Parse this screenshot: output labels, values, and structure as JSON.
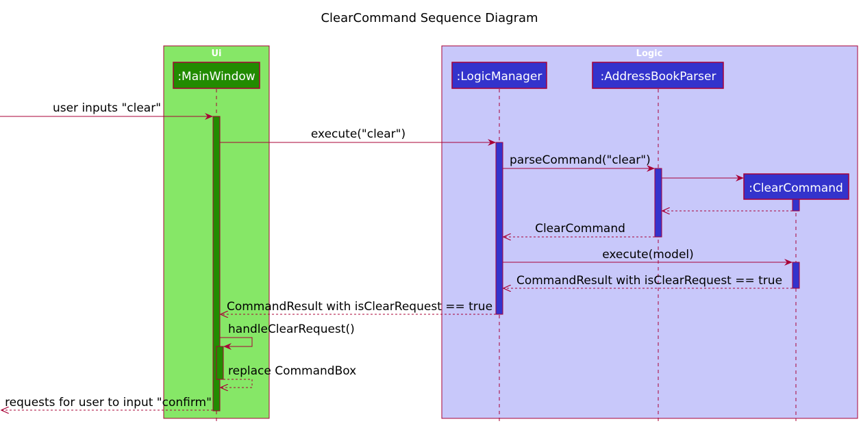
{
  "title": "ClearCommand Sequence Diagram",
  "boxes": {
    "ui": "Ui",
    "logic": "Logic"
  },
  "participants": {
    "main_window": ":MainWindow",
    "logic_manager": ":LogicManager",
    "address_book_parser": ":AddressBookParser",
    "clear_command": ":ClearCommand"
  },
  "messages": {
    "user_input": "user inputs \"clear\"",
    "execute_clear": "execute(\"clear\")",
    "parse_command": "parseCommand(\"clear\")",
    "return_clear_command": "ClearCommand",
    "execute_model": "execute(model)",
    "return_result_to_logic": "CommandResult with isClearRequest == true",
    "return_result_to_ui": "CommandResult with isClearRequest == true",
    "handle_clear_request": "handleClearRequest()",
    "replace_command_box": "replace CommandBox",
    "request_confirm": "requests for user to input \"confirm\""
  },
  "colors": {
    "ui_box": "#86e767",
    "logic_box": "#c8c8fa",
    "box_border": "#a80036",
    "ui_participant": "#228b00",
    "logic_participant": "#3333cc",
    "arrow": "#a80036"
  }
}
